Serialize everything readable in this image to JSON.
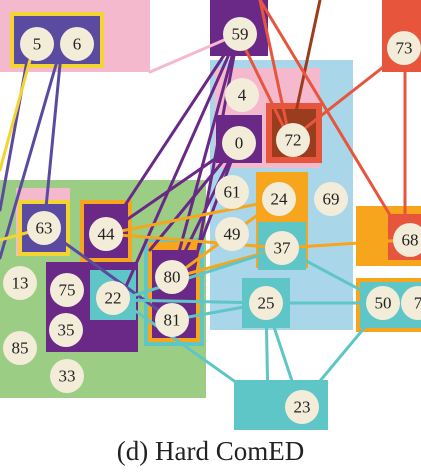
{
  "caption": "(d)  Hard ComED",
  "colors": {
    "pink": "#f4b9cc",
    "purple": "#6a2887",
    "blue": "#a9d6e8",
    "green": "#9bcd84",
    "orange": "#f7a51c",
    "teal": "#5ec6c6",
    "red_orange": "#e8553d",
    "yellow": "#f4d431",
    "node_fill": "#f3ecd9"
  },
  "nodes": [
    {
      "id": "n5",
      "label": "5"
    },
    {
      "id": "n6",
      "label": "6"
    },
    {
      "id": "n59",
      "label": "59"
    },
    {
      "id": "n73",
      "label": "73"
    },
    {
      "id": "n4",
      "label": "4"
    },
    {
      "id": "n0",
      "label": "0"
    },
    {
      "id": "n72",
      "label": "72"
    },
    {
      "id": "n61",
      "label": "61"
    },
    {
      "id": "n24",
      "label": "24"
    },
    {
      "id": "n69",
      "label": "69"
    },
    {
      "id": "n63",
      "label": "63"
    },
    {
      "id": "n44",
      "label": "44"
    },
    {
      "id": "n49",
      "label": "49"
    },
    {
      "id": "n37",
      "label": "37"
    },
    {
      "id": "n68",
      "label": "68"
    },
    {
      "id": "n13",
      "label": "13"
    },
    {
      "id": "n75",
      "label": "75"
    },
    {
      "id": "n22",
      "label": "22"
    },
    {
      "id": "n80",
      "label": "80"
    },
    {
      "id": "n25",
      "label": "25"
    },
    {
      "id": "n50",
      "label": "50"
    },
    {
      "id": "n7x",
      "label": "7"
    },
    {
      "id": "n35",
      "label": "35"
    },
    {
      "id": "n81",
      "label": "81"
    },
    {
      "id": "n85",
      "label": "85"
    },
    {
      "id": "n33",
      "label": "33"
    },
    {
      "id": "n23",
      "label": "23"
    }
  ]
}
